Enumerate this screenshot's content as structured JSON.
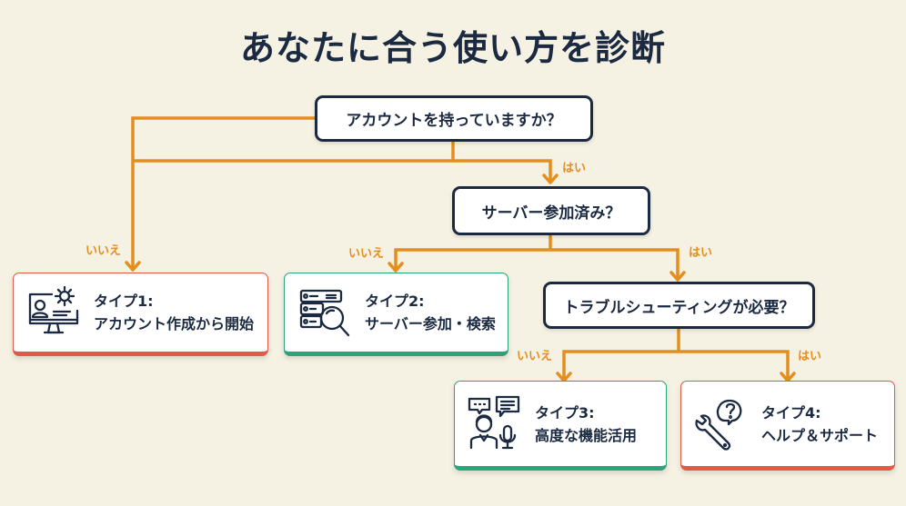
{
  "title": "あなたに合う使い方を診断",
  "questions": {
    "q1": "アカウントを持っていますか？",
    "q2": "サーバー参加済み？",
    "q3": "トラブルシューティングが必要？"
  },
  "branch_labels": {
    "q1_yes": "はい",
    "q1_no": "いいえ",
    "q2_yes": "はい",
    "q2_no": "いいえ",
    "q3_yes": "はい",
    "q3_no": "いいえ"
  },
  "results": [
    {
      "type": "タイプ1:",
      "desc": "アカウント作成から開始",
      "icon": "computer-user-gear-icon",
      "color": "#e0594b"
    },
    {
      "type": "タイプ2:",
      "desc": "サーバー参加・検索",
      "icon": "server-search-icon",
      "color": "#2aa57a"
    },
    {
      "type": "タイプ3:",
      "desc": "高度な機能活用",
      "icon": "person-chat-mic-icon",
      "color": "#2aa57a"
    },
    {
      "type": "タイプ4:",
      "desc": "ヘルプ＆サポート",
      "icon": "wrench-question-icon",
      "color": "#e0594b"
    }
  ],
  "colors": {
    "connector": "#e48e1e",
    "node_border": "#1b2a41",
    "background": "#f5f1e3"
  }
}
